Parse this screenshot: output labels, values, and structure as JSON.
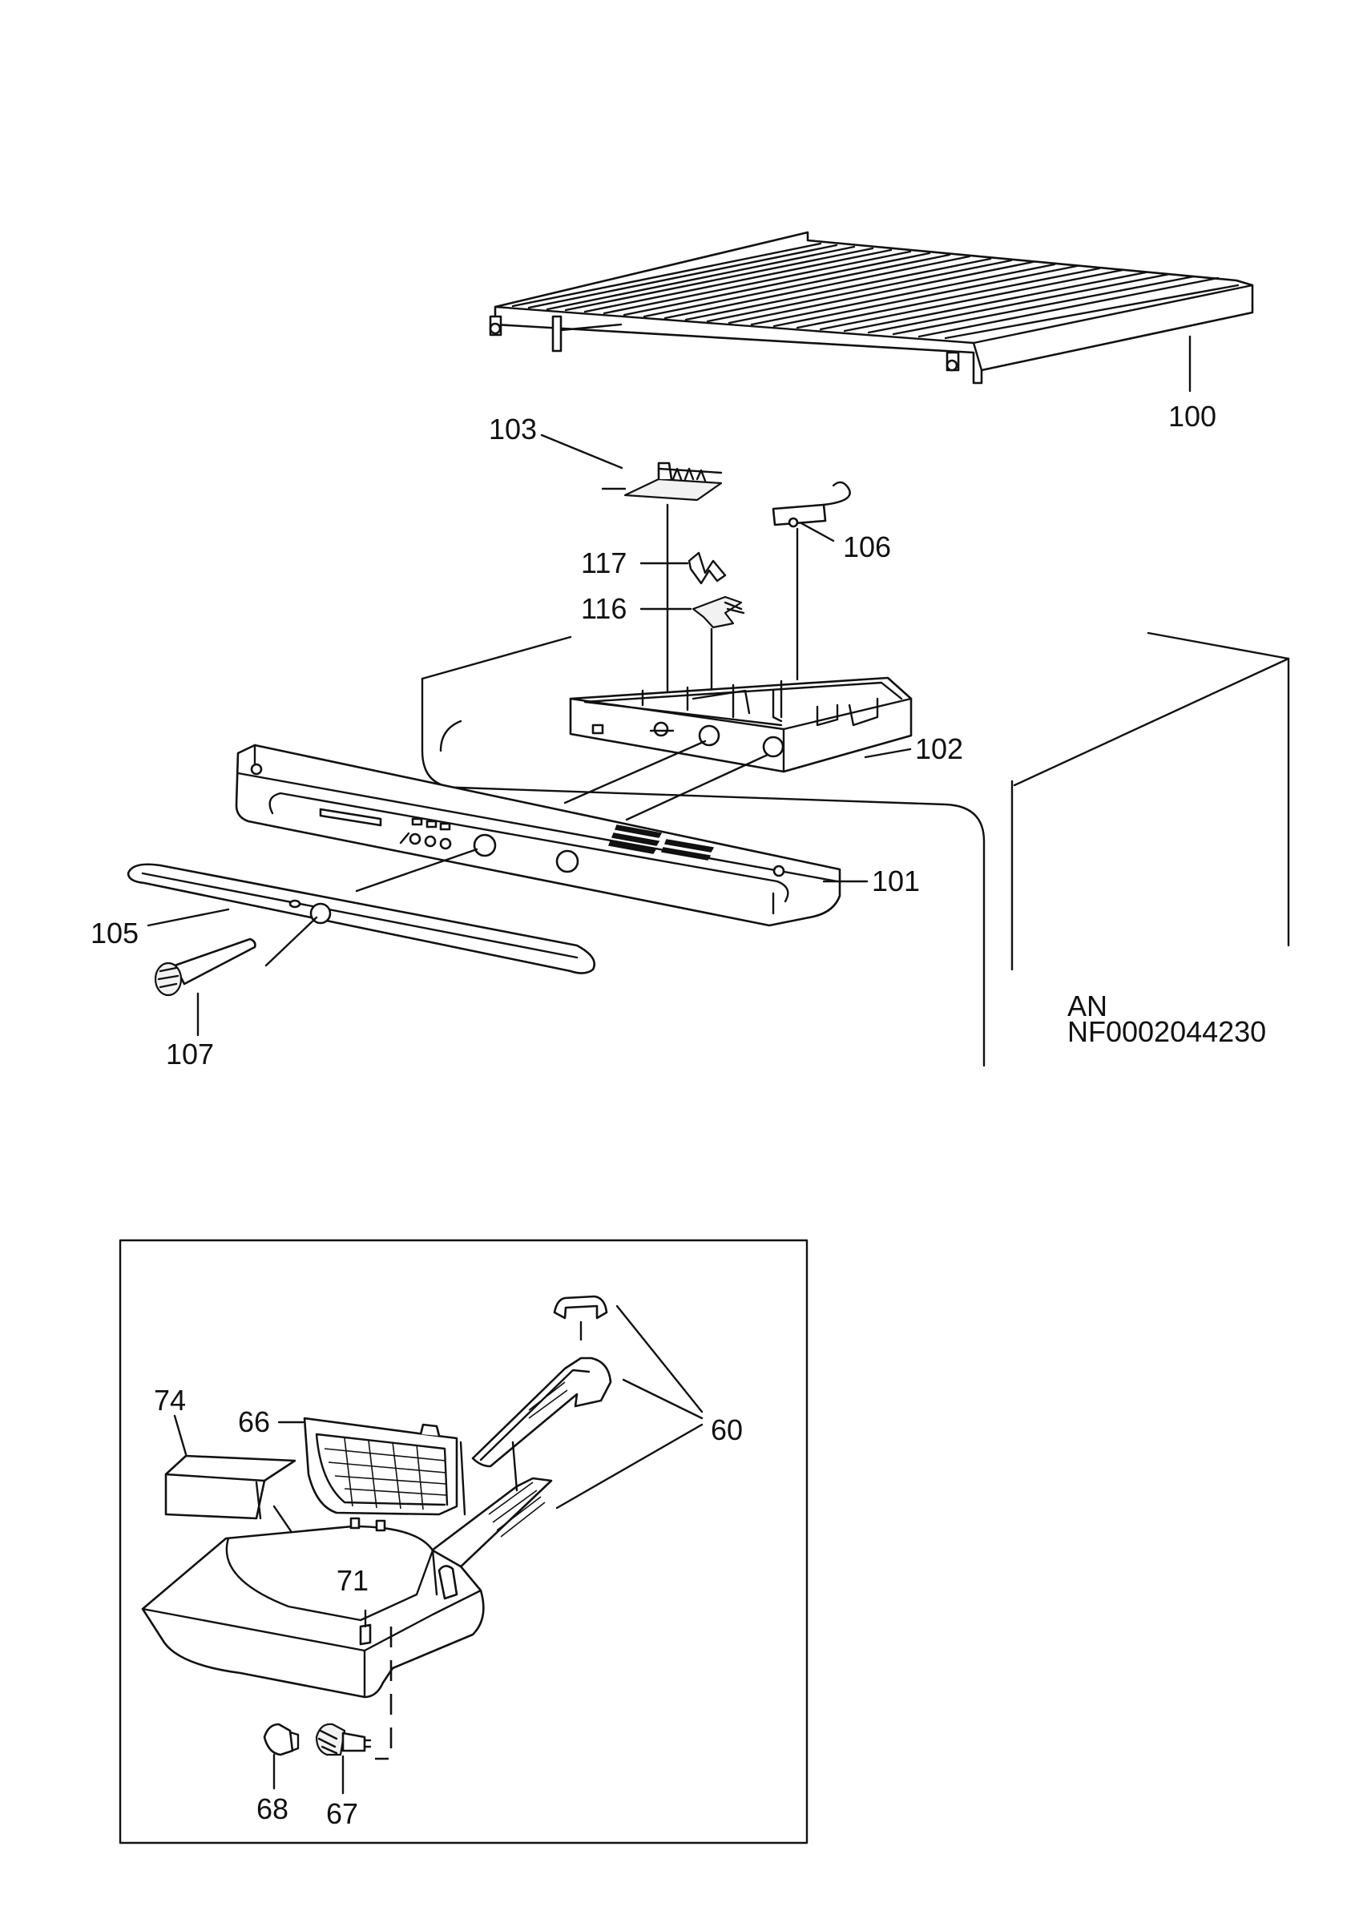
{
  "document_code": {
    "line1": "AN",
    "line2": "NF0002044230"
  },
  "labels": {
    "p100": "100",
    "p103": "103",
    "p106": "106",
    "p117": "117",
    "p116": "116",
    "p102": "102",
    "p101": "101",
    "p105": "105",
    "p107": "107",
    "p74": "74",
    "p66": "66",
    "p60": "60",
    "p71": "71",
    "p68": "68",
    "p67": "67"
  }
}
